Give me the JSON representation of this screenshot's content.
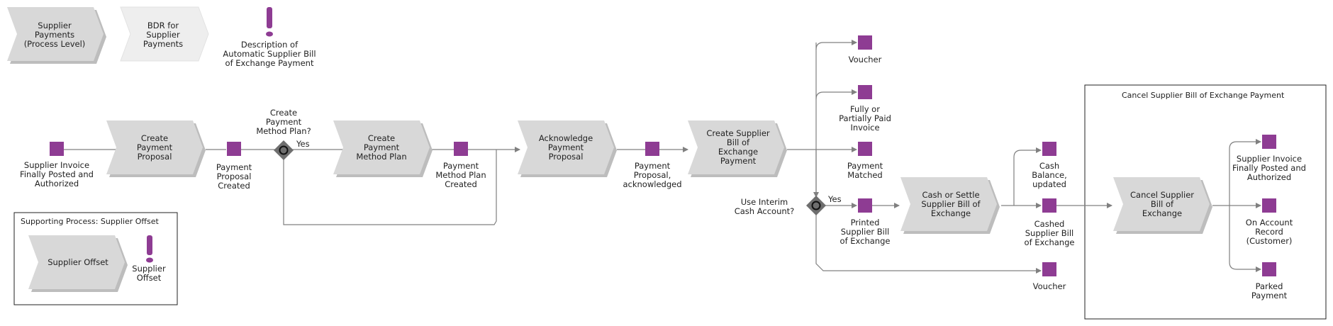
{
  "legend": {
    "process_level": "Supplier\nPayments\n(Process Level)",
    "bdr": "BDR for\nSupplier\nPayments",
    "description": "Description of\nAutomatic Supplier Bill\nof Exchange Payment"
  },
  "events": {
    "invoice_posted": "Supplier Invoice\nFinally Posted and\nAuthorized",
    "proposal_created": "Payment\nProposal\nCreated",
    "method_plan_created": "Payment\nMethod Plan\nCreated",
    "proposal_acknowledged": "Payment\nProposal,\nacknowledged",
    "voucher_top": "Voucher",
    "fully_paid": "Fully or\nPartially Paid\nInvoice",
    "payment_matched": "Payment\nMatched",
    "printed_bill": "Printed\nSupplier Bill\nof Exchange",
    "voucher_bottom": "Voucher",
    "cash_balance": "Cash\nBalance,\nupdated",
    "cashed_bill": "Cashed\nSupplier Bill\nof Exchange",
    "invoice_posted_2": "Supplier Invoice\nFinally Posted and\nAuthorized",
    "on_account": "On Account\nRecord\n(Customer)",
    "parked_payment": "Parked\nPayment"
  },
  "steps": {
    "create_proposal": "Create\nPayment\nProposal",
    "create_method_plan": "Create\nPayment\nMethod Plan",
    "acknowledge_proposal": "Acknowledge\nPayment\nProposal",
    "create_bill": "Create Supplier\nBill of\nExchange\nPayment",
    "cash_settle": "Cash or Settle\nSupplier Bill of\nExchange",
    "cancel_bill": "Cancel Supplier\nBill of\nExchange",
    "supplier_offset": "Supplier Offset"
  },
  "gateways": {
    "method_plan_question": "Create\nPayment\nMethod Plan?",
    "method_plan_yes": "Yes",
    "interim_question": "Use Interim\nCash Account?",
    "interim_yes": "Yes"
  },
  "boxes": {
    "cancel_title": "Cancel Supplier Bill of Exchange Payment",
    "offset_title": "Supporting Process: Supplier Offset",
    "offset_note": "Supplier\nOffset"
  },
  "colors": {
    "step_fill": "#d8d8d8",
    "step_shadow": "#bdbdbd",
    "event_fill": "#8e3c93",
    "line": "#808080",
    "gateway_fill": "#6e6e6e"
  }
}
